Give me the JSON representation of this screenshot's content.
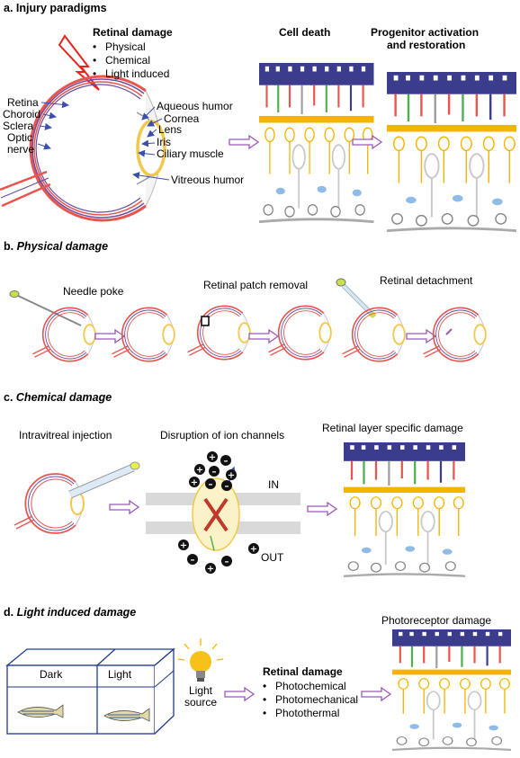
{
  "sections": {
    "a": {
      "title": "a. Injury paradigms"
    },
    "b": {
      "prefix": "b. ",
      "title": "Physical damage"
    },
    "c": {
      "prefix": "c. ",
      "title": "Chemical damage"
    },
    "d": {
      "prefix": "d. ",
      "title": "Light induced damage"
    }
  },
  "panel_a": {
    "retinal_damage_title": "Retinal damage",
    "retinal_damage_items": [
      "Physical",
      "Chemical",
      "Light induced"
    ],
    "eye_labels_left": [
      "Retina",
      "Choroid",
      "Sclera",
      "Optic",
      "nerve"
    ],
    "eye_labels_right": [
      "Aqueous humor",
      "Cornea",
      "Lens",
      "Iris",
      "Ciliary muscle",
      "Vitreous humor"
    ],
    "cell_death": "Cell death",
    "progenitor_line1": "Progenitor activation",
    "progenitor_line2": "and restoration"
  },
  "panel_b": {
    "needle_poke": "Needle poke",
    "patch_removal": "Retinal patch removal",
    "detachment": "Retinal detachment"
  },
  "panel_c": {
    "injection": "Intravitreal injection",
    "disruption": "Disruption of ion channels",
    "layer_damage": "Retinal layer specific damage",
    "in": "IN",
    "out": "OUT"
  },
  "panel_d": {
    "dark": "Dark",
    "light": "Light",
    "light_source_line1": "Light",
    "light_source_line2": "source",
    "retinal_damage_title": "Retinal damage",
    "retinal_damage_items": [
      "Photochemical",
      "Photomechanical",
      "Photothermal"
    ],
    "photoreceptor_damage": "Photoreceptor damage"
  },
  "colors": {
    "retina_red": "#e8554e",
    "sclera_purple": "#6a4fa0",
    "lens_yellow": "#f2c84b",
    "arrow_purple": "#9b59b6",
    "photoreceptor_blue": "#3b3d8c",
    "bipolar_orange": "#f5b400",
    "glia_gray": "#c8c8c8"
  }
}
